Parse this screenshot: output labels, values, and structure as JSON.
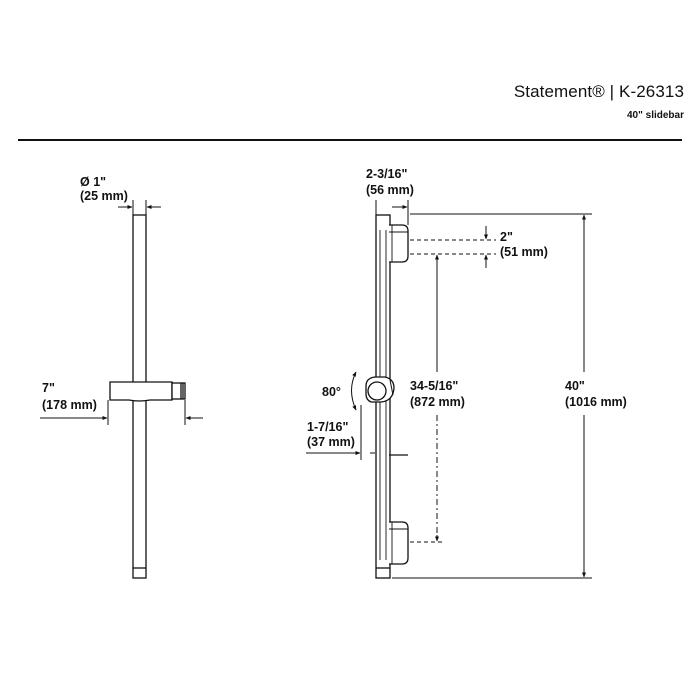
{
  "header": {
    "title": "Statement® | K-26313",
    "subtitle": "40\" slidebar"
  },
  "left_view": {
    "diameter": {
      "line1": "Ø 1\"",
      "line2": "(25 mm)"
    },
    "projection": {
      "line1": "7\"",
      "line2": "(178 mm)"
    }
  },
  "right_view": {
    "width": {
      "line1": "2-3/16\"",
      "line2": "(56 mm)"
    },
    "bracket": {
      "line1": "2\"",
      "line2": "(51 mm)"
    },
    "angle": {
      "label": "80°"
    },
    "offset": {
      "line1": "1-7/16\"",
      "line2": "(37 mm)"
    },
    "span": {
      "line1": "34-5/16\"",
      "line2": "(872 mm)"
    },
    "length": {
      "line1": "40\"",
      "line2": "(1016 mm)"
    }
  }
}
